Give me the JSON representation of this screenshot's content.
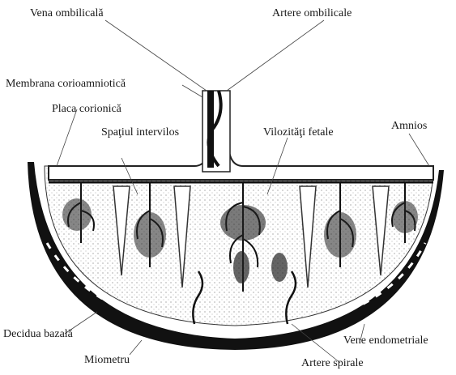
{
  "diagram": {
    "labels": {
      "vena_ombilicala": "Vena ombilicală",
      "artere_ombilicale": "Artere ombilicale",
      "membrana_corioamniotica": "Membrana corioamniotică",
      "placa_corionica": "Placa corionică",
      "spatiul_intervilos": "Spaţiul intervilos",
      "vilozitati_fetale": "Vilozităţi fetale",
      "amnios": "Amnios",
      "decidua_bazala": "Decidua bazală",
      "miometru": "Miometru",
      "vene_endometriale": "Vene endometriale",
      "artere_spirale": "Artere spirale"
    }
  }
}
